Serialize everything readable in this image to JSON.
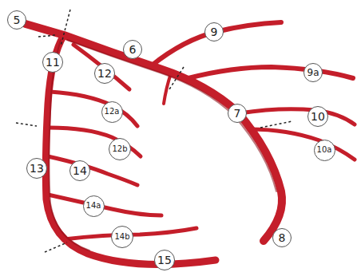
{
  "diagram": {
    "nodes": [
      {
        "text": [
          "5"
        ]
      },
      {
        "text": [
          "9"
        ]
      },
      {
        "text": [
          "6"
        ]
      },
      {
        "text": [
          "11"
        ]
      },
      {
        "text": [
          "12"
        ]
      },
      {
        "text": [
          "9a"
        ]
      },
      {
        "text": [
          "7"
        ]
      },
      {
        "text": [
          "10"
        ]
      },
      {
        "text": [
          "12a"
        ]
      },
      {
        "text": [
          "10a"
        ]
      },
      {
        "text": [
          "13"
        ]
      },
      {
        "text": [
          "12b"
        ]
      },
      {
        "text": [
          "14"
        ]
      },
      {
        "text": [
          "14a"
        ]
      },
      {
        "text": [
          "8"
        ]
      },
      {
        "text": [
          "14b"
        ]
      },
      {
        "text": [
          "15"
        ]
      }
    ]
  }
}
